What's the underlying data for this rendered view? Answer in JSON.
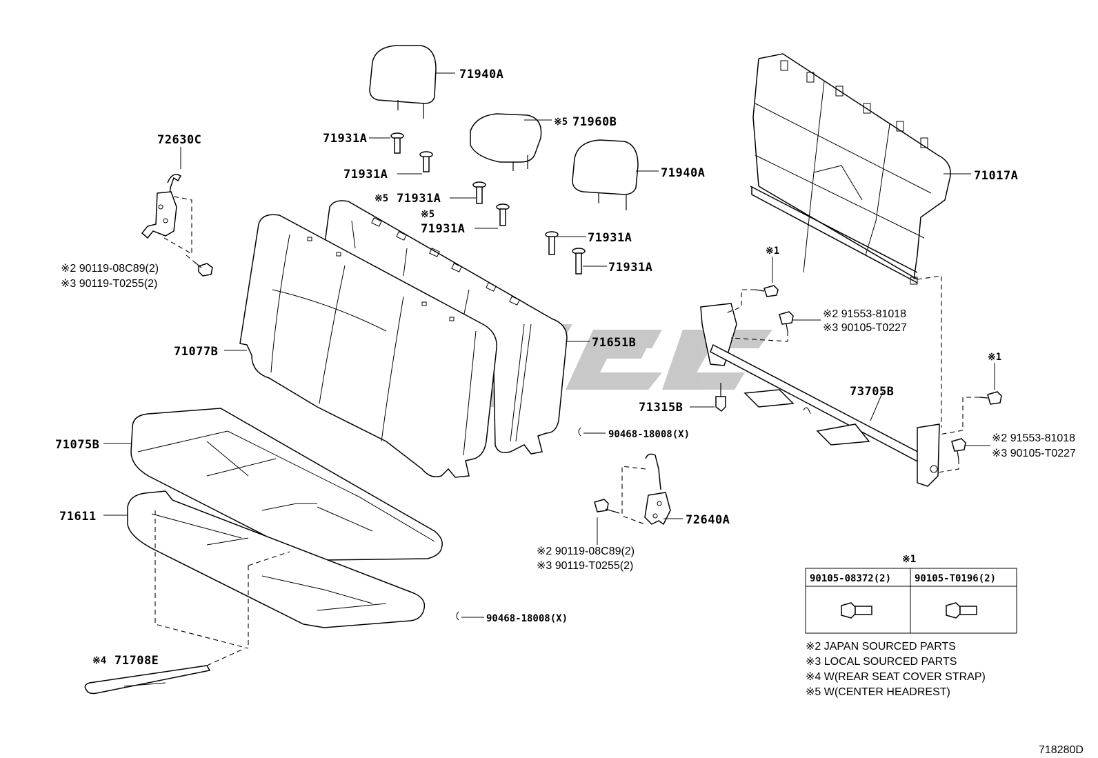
{
  "labels": {
    "p71940A_top": "71940A",
    "p71960B": "71960B",
    "p71960B_mark": "※5",
    "p71940A_right": "71940A",
    "p71931A_1": "71931A",
    "p71931A_2": "71931A",
    "p71931A_3": "71931A",
    "p71931A_3_mark": "※5",
    "p71931A_4": "71931A",
    "p71931A_4_mark": "※5",
    "p71931A_5": "71931A",
    "p71931A_6": "71931A",
    "p72630C": "72630C",
    "p71017A": "71017A",
    "p71651B": "71651B",
    "p71077B": "71077B",
    "p71075B": "71075B",
    "p71611": "71611",
    "p71708E": "71708E",
    "p71708E_mark": "※4",
    "p71315B": "71315B",
    "p73705B": "73705B",
    "p72640A": "72640A",
    "clip_mid": "90468-18008(X)",
    "clip_low": "90468-18008(X)",
    "bolt_left_a": "※2 90119-08C89(2)",
    "bolt_left_b": "※3 90119-T0255(2)",
    "bolt_mid_a": "※2 90119-08C89(2)",
    "bolt_mid_b": "※3 90119-T0255(2)",
    "bolt_r1_a": "※2 91553-81018",
    "bolt_r1_b": "※3 90105-T0227",
    "bolt_r2_a": "※2 91553-81018",
    "bolt_r2_b": "※3 90105-T0227",
    "mark1_a": "※1",
    "mark1_b": "※1"
  },
  "table": {
    "mark": "※1",
    "headers": [
      "90105-08372(2)",
      "90105-T0196(2)"
    ]
  },
  "notes": [
    "※2 JAPAN SOURCED PARTS",
    "※3 LOCAL SOURCED PARTS",
    "※4 W(REAR SEAT COVER STRAP)",
    "※5 W(CENTER HEADREST)"
  ],
  "diagram_id": "718280D",
  "colors": {
    "line": "#000000",
    "background": "#ffffff",
    "watermark": "#bdbdbd"
  }
}
